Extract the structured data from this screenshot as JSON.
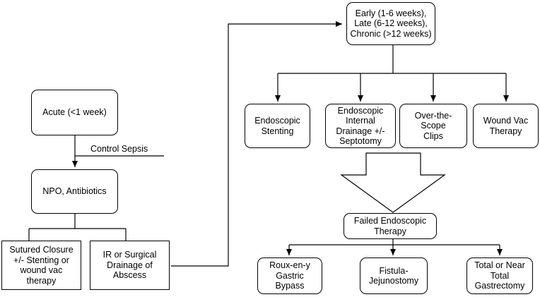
{
  "diagram": {
    "nodes": {
      "phases": "Early (1-6 weeks),\nLate (6-12 weeks),\nChronic (>12 weeks)",
      "acute": "Acute (<1 week)",
      "npo": "NPO, Antibiotics",
      "sutured": "Sutured Closure\n+/- Stenting or\nwound vac\ntherapy",
      "drainage": "IR or Surgical\nDrainage of\nAbscess",
      "stenting": "Endoscopic\nStenting",
      "internal": "Endoscopic\nInternal\nDrainage +/-\nSeptotomy",
      "clips": "Over-the-Scope\nClips",
      "woundvac": "Wound Vac\nTherapy",
      "failed": "Failed Endoscopic\nTherapy",
      "roux": "Roux-en-y\nGastric Bypass",
      "fistula": "Fistula-\nJejunostomy",
      "gastrectomy": "Total or Near\nTotal\nGastrectomy"
    },
    "edge_labels": {
      "control_sepsis": "Control Sepsis"
    }
  }
}
